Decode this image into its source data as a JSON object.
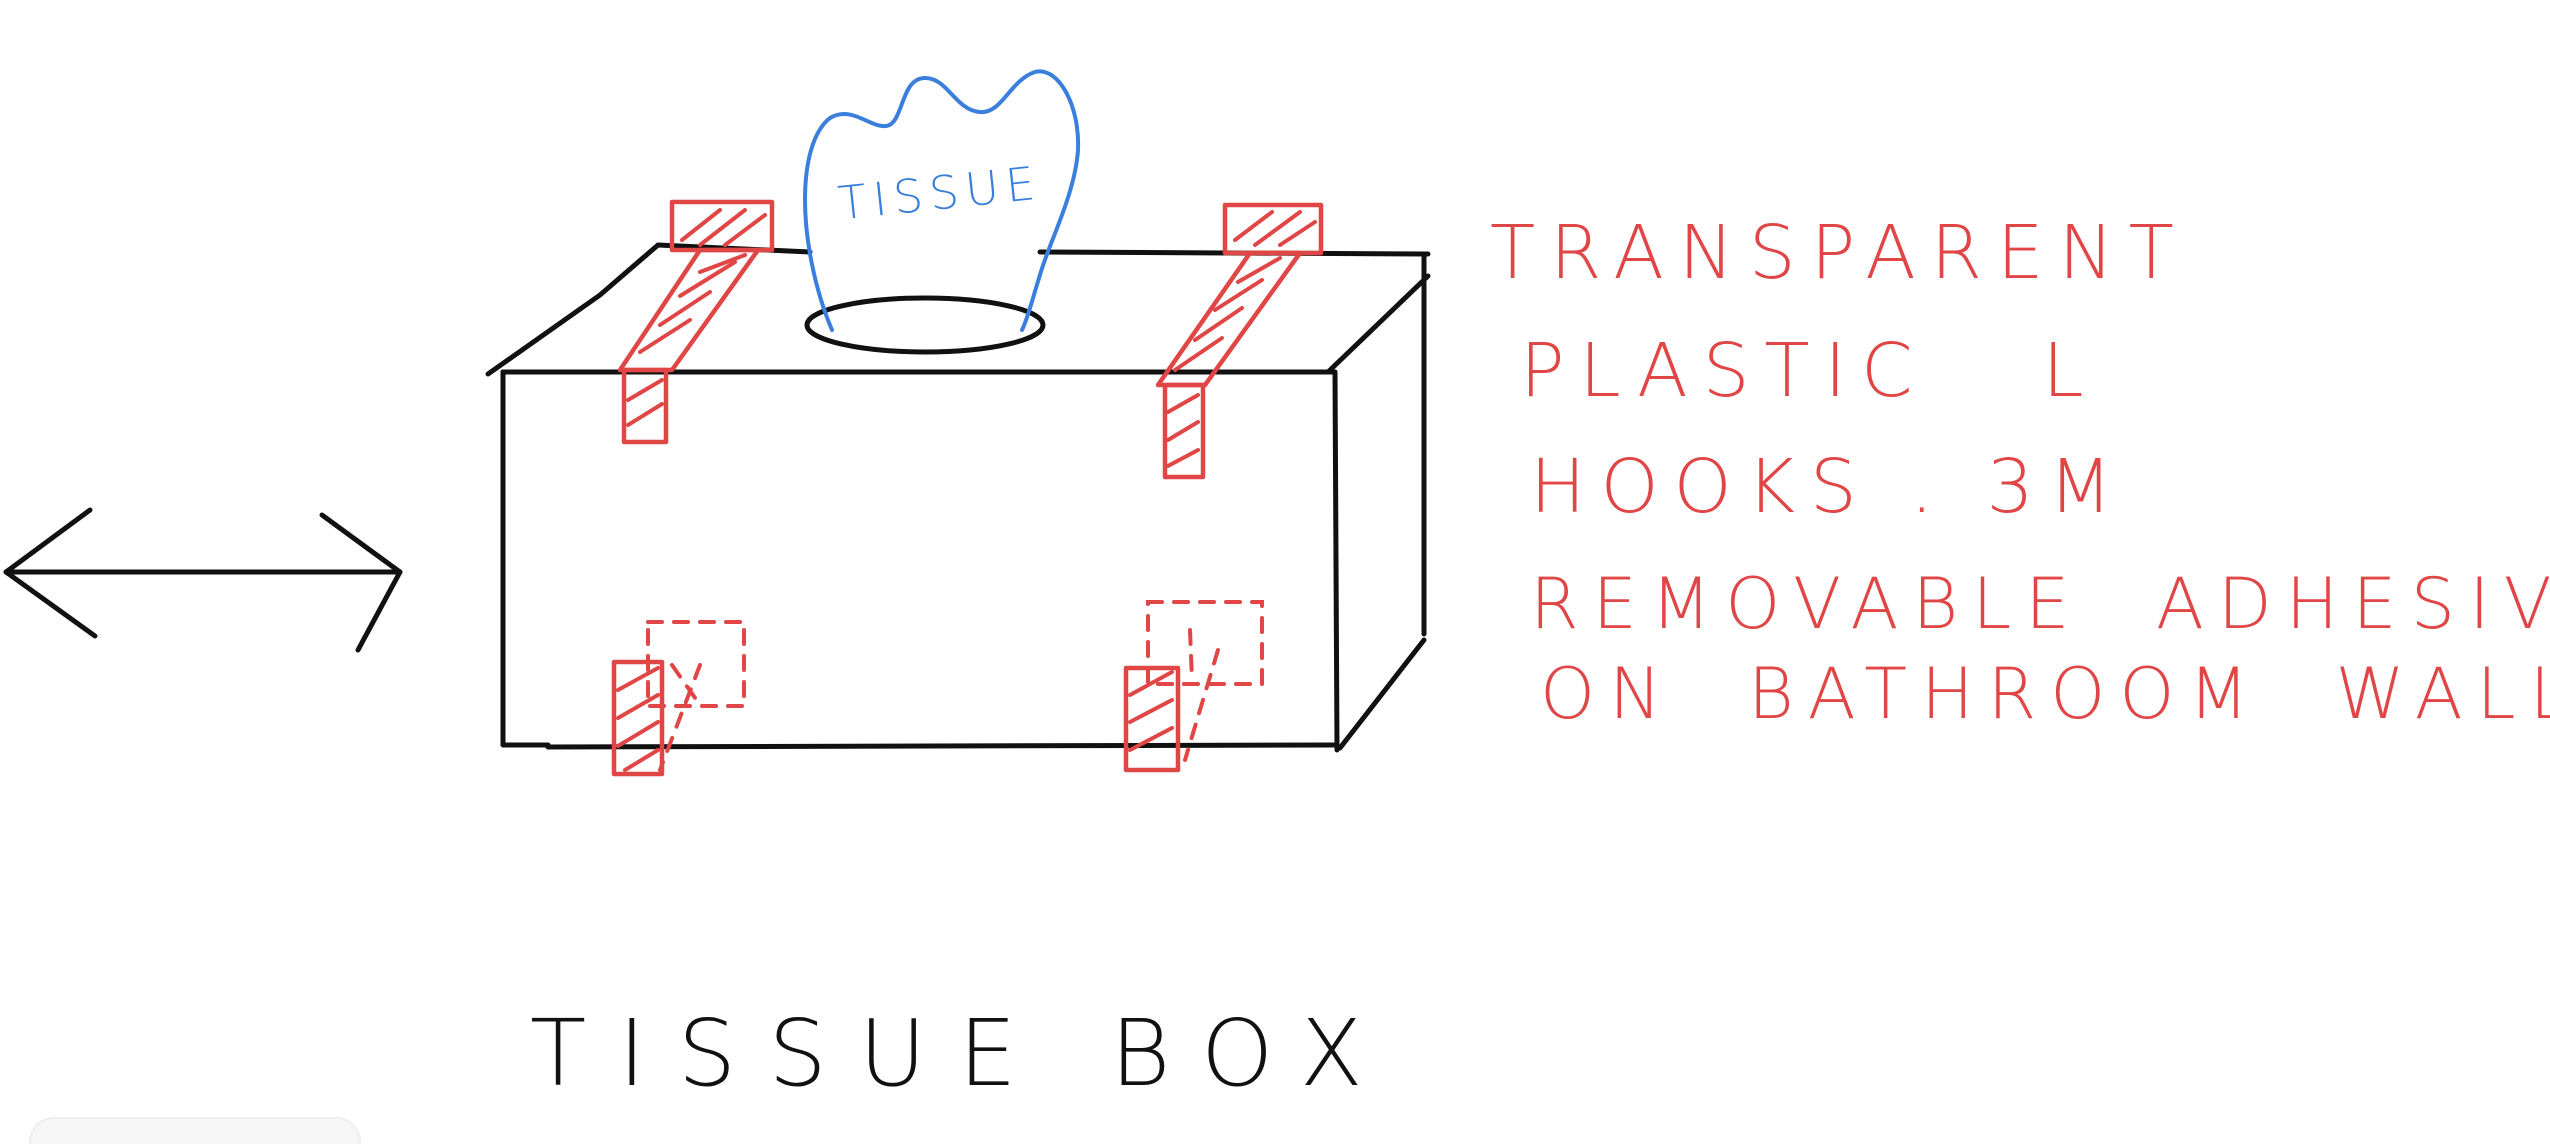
{
  "diagram": {
    "box_title": "TISSUE BOX",
    "tissue_label": "TISSUE",
    "note_lines": [
      "TRANSPARENT",
      "PLASTIC   L",
      "HOOKS . 3M",
      "REMOVABLE  ADHESIVE",
      "ON  BATHROOM  WALL."
    ]
  },
  "colors": {
    "ink_black": "#111111",
    "ink_red": "#e04646",
    "ink_blue": "#3a7fdc",
    "background": "#ffffff"
  }
}
